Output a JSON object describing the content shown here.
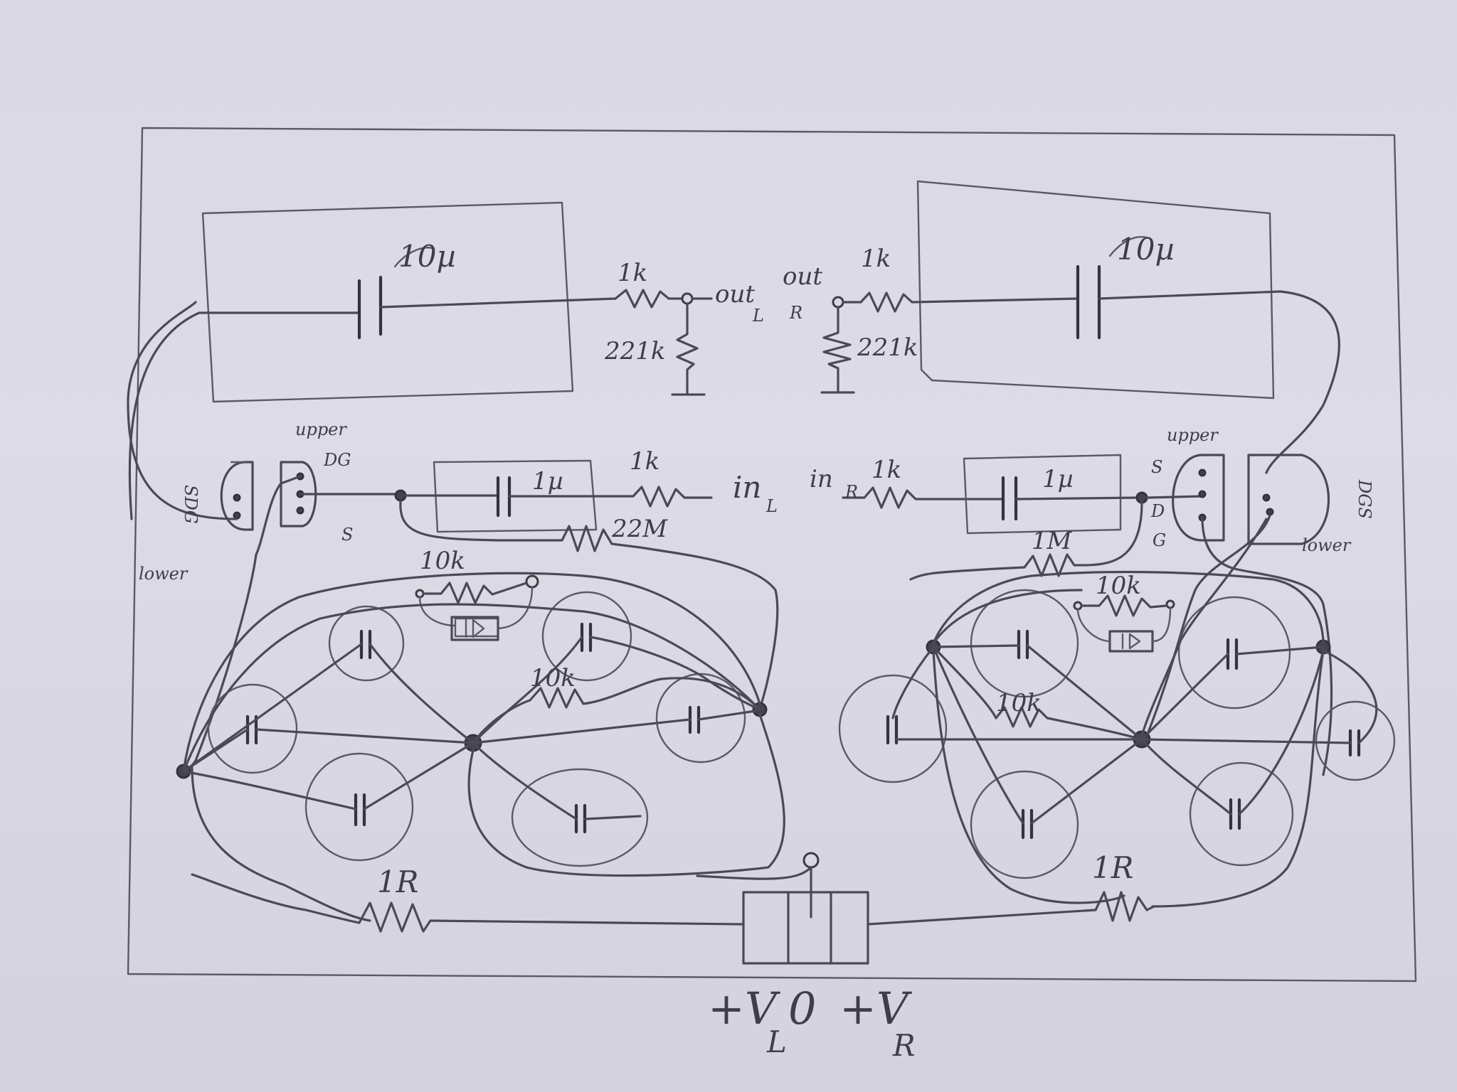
{
  "labels": {
    "cap_out_left": "10µ",
    "cap_out_right": "10µ",
    "res_out_left": "1k",
    "res_out_right": "1k",
    "out_left": "out",
    "out_left_sub": "L",
    "out_right": "out",
    "out_right_sub": "R",
    "res_pull_left": "221k",
    "res_pull_right": "221k",
    "res_in_left": "1k",
    "res_in_right": "1k",
    "cap_in_left": "1µ",
    "cap_in_right": "1µ",
    "in_left": "in",
    "in_left_sub": "L",
    "in_right": "in",
    "in_right_sub": "R",
    "upper_left": "upper",
    "upper_right": "upper",
    "lower_left": "lower",
    "lower_right": "lower",
    "dgs_left_upper": "DG",
    "dgs_left_upper_s": "S",
    "dgs_left_lower": "SDG",
    "dgs_right_upper_s": "S",
    "dgs_right_upper_d": "D",
    "dgs_right_upper_g": "G",
    "dgs_right_lower": "DGS",
    "res_fb_left": "22M",
    "res_fb_right": "1M",
    "res_bias_left": "10k",
    "res_bias_right": "10k",
    "res_mid_left": "10k",
    "res_mid_right": "10k",
    "res_supply_left": "1R",
    "res_supply_right": "1R",
    "supply_vl": "+V",
    "supply_vl_sub": "L",
    "supply_zero": "0",
    "supply_vr": "+V",
    "supply_vr_sub": "R"
  },
  "colors": {
    "paper": "#dcdbe6",
    "ink": "#4a4a56"
  }
}
